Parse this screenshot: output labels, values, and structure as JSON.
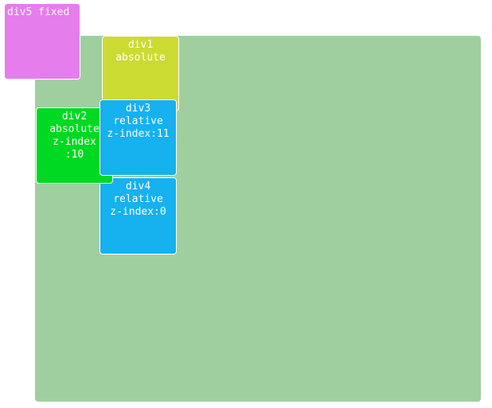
{
  "container": {
    "color": "#a0cf9f"
  },
  "boxes": {
    "div5": {
      "line1": "div5 fixed",
      "color": "#e57ded"
    },
    "div1": {
      "line1": "div1",
      "line2": "absolute",
      "color": "#ccdb32"
    },
    "div2": {
      "line1": "div2",
      "line2": "absolute",
      "line3": "z-index",
      "line4": ":10",
      "color": "#00d922"
    },
    "div3": {
      "line1": "div3",
      "line2": "relative",
      "line3": "z-index:11",
      "color": "#16b1ef"
    },
    "div4": {
      "line1": "div4",
      "line2": "relative",
      "line3": "z-index:0",
      "color": "#16b1ef"
    }
  }
}
